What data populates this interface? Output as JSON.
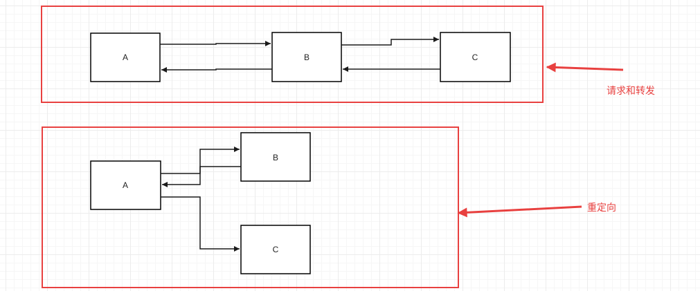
{
  "colors": {
    "frame": "#e8403f",
    "box_stroke": "#000000",
    "edge": "#1a1a1a",
    "callout": "#e8403f"
  },
  "diagrams": [
    {
      "name": "request-forward",
      "nodes": [
        {
          "id": "A",
          "label": "A"
        },
        {
          "id": "B",
          "label": "B"
        },
        {
          "id": "C",
          "label": "C"
        }
      ],
      "edges": [
        {
          "from": "A",
          "to": "B"
        },
        {
          "from": "B",
          "to": "A"
        },
        {
          "from": "B",
          "to": "C"
        },
        {
          "from": "C",
          "to": "B"
        }
      ],
      "callout": "请求和转发"
    },
    {
      "name": "redirect",
      "nodes": [
        {
          "id": "A",
          "label": "A"
        },
        {
          "id": "B",
          "label": "B"
        },
        {
          "id": "C",
          "label": "C"
        }
      ],
      "edges": [
        {
          "from": "A",
          "to": "B"
        },
        {
          "from": "B",
          "to": "A"
        },
        {
          "from": "A",
          "to": "C"
        }
      ],
      "callout": "重定向"
    }
  ]
}
